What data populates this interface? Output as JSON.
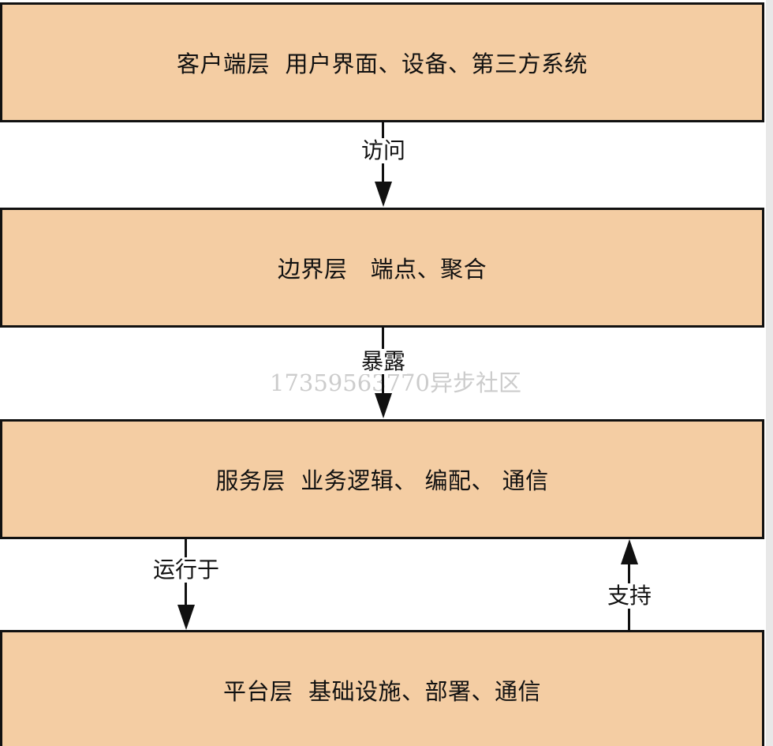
{
  "layers": [
    {
      "text": "客户端层  用户界面、设备、第三方系统"
    },
    {
      "text": "边界层   端点、聚合"
    },
    {
      "text": "服务层  业务逻辑、 编配、 通信"
    },
    {
      "text": "平台层  基础设施、部署、通信"
    }
  ],
  "edges": [
    {
      "label": "访问",
      "direction": "down"
    },
    {
      "label": "暴露",
      "direction": "down"
    },
    {
      "label": "运行于",
      "direction": "down"
    },
    {
      "label": "支持",
      "direction": "up"
    }
  ],
  "watermark": "17359563770异步社区",
  "colors": {
    "layer_fill": "#f4cda3",
    "line": "#111111",
    "watermark": "#cccccc"
  }
}
